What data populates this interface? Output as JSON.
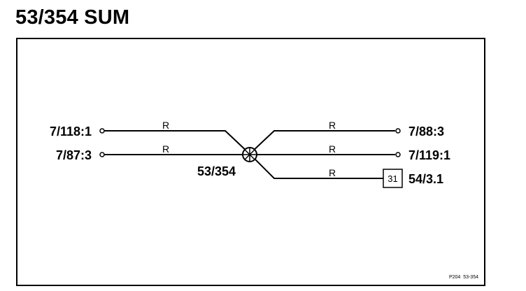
{
  "title": "53/354 SUM",
  "splice": {
    "label": "53/354"
  },
  "left_connections": [
    {
      "label": "7/118:1",
      "wire": "R"
    },
    {
      "label": "7/87:3",
      "wire": "R"
    }
  ],
  "right_connections": [
    {
      "label": "7/88:3",
      "wire": "R"
    },
    {
      "label": "7/119:1",
      "wire": "R"
    },
    {
      "label": "54/3.1",
      "wire": "R",
      "box": "31"
    }
  ],
  "footer": {
    "ref": "P204  53-354"
  }
}
